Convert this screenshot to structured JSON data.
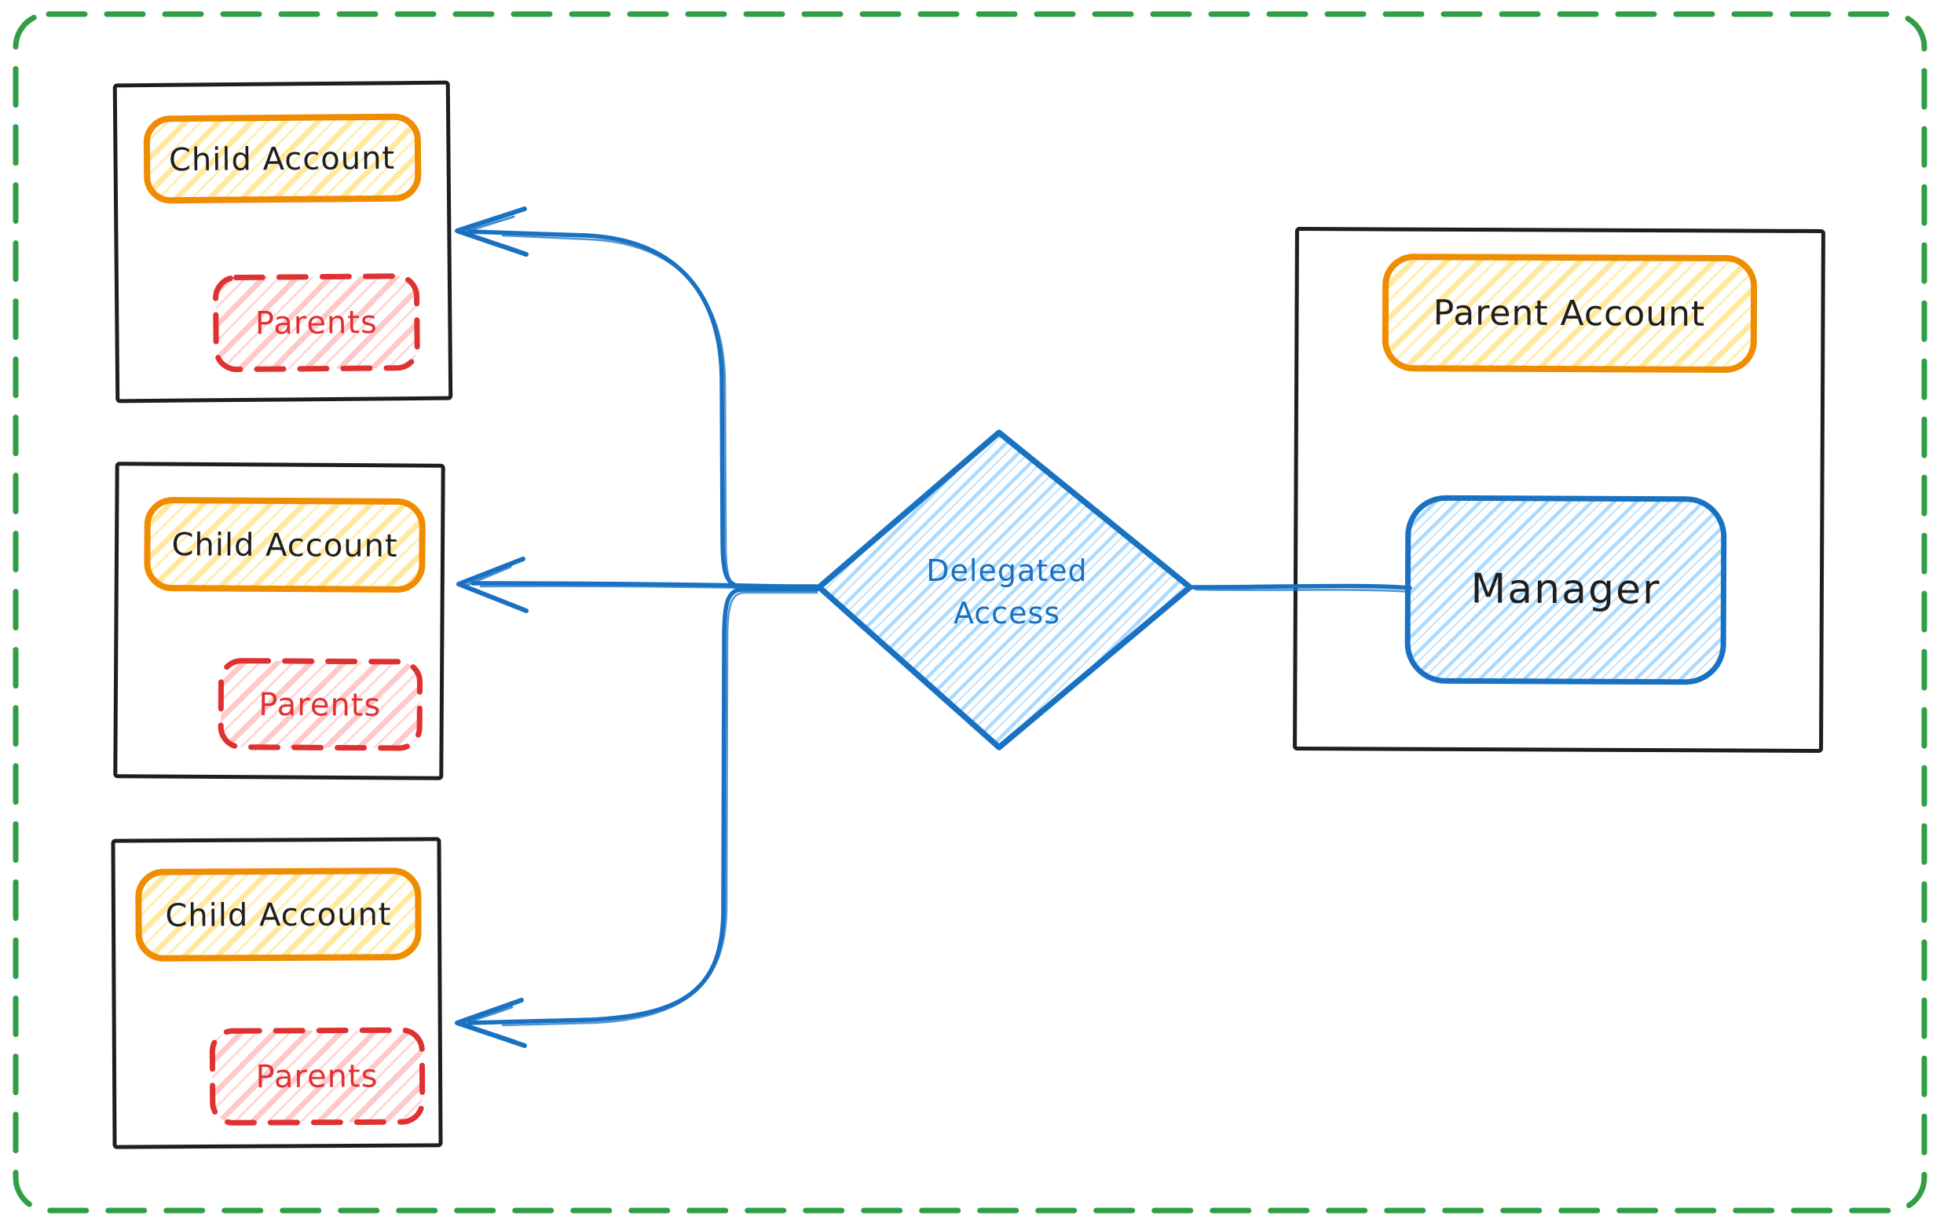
{
  "colors": {
    "border-green": "#2f9e44",
    "ink-black": "#1e1e1e",
    "accent-blue": "#1971c2",
    "fill-blue": "#a5d8ff",
    "accent-orange": "#f08c00",
    "fill-yellow": "#ffd43b",
    "accent-red": "#e03131",
    "fill-red": "#ff8787"
  },
  "child_boxes": [
    {
      "account_label": "Child Account",
      "members_label": "Parents"
    },
    {
      "account_label": "Child Account",
      "members_label": "Parents"
    },
    {
      "account_label": "Child Account",
      "members_label": "Parents"
    }
  ],
  "parent_box": {
    "account_label": "Parent Account",
    "role_label": "Manager"
  },
  "decision": {
    "line1": "Delegated",
    "line2": "Access"
  }
}
